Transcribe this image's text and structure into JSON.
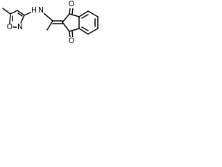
{
  "molecule": {
    "atom_labels": {
      "ring_oxygen": "O",
      "ring_nitrogen": "N",
      "amine_nitrogen": "N",
      "amine_hydrogen": "H",
      "top_carbonyl_oxygen": "O",
      "bottom_carbonyl_oxygen": "O"
    },
    "line_color": "#000000",
    "background_color": "#ffffff"
  }
}
